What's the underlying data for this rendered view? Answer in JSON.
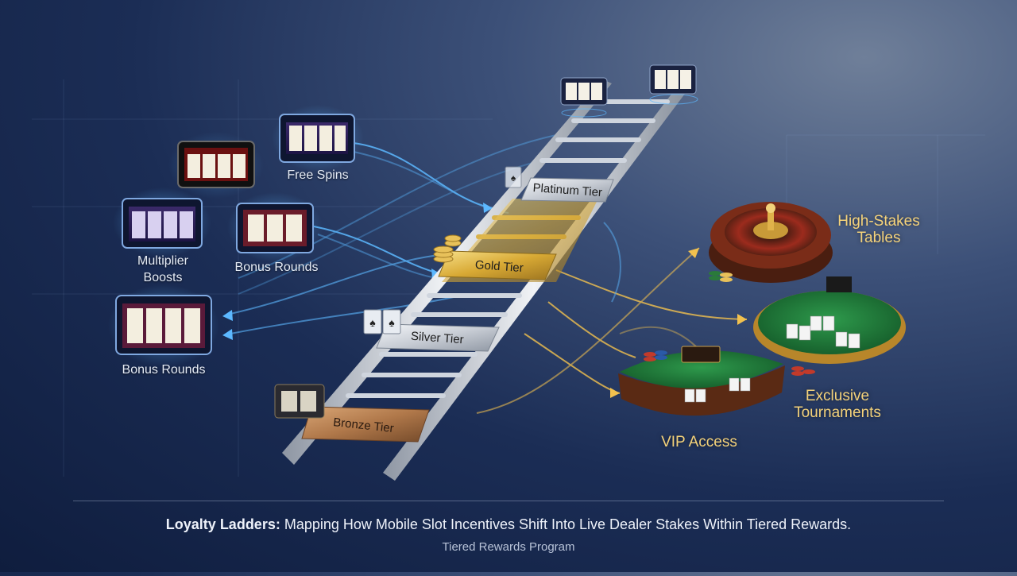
{
  "tiers": {
    "bronze": "Bronze Tier",
    "silver": "Silver Tier",
    "gold": "Gold Tier",
    "platinum": "Platinum Tier"
  },
  "slot_labels": {
    "free_spins": "Free Spins",
    "multiplier_boosts": "Multiplier\nBoosts",
    "bonus_rounds_mid": "Bonus Rounds",
    "bonus_rounds_low": "Bonus Rounds"
  },
  "live_labels": {
    "high_stakes": "High-Stakes\nTables",
    "exclusive": "Exclusive\nTournaments",
    "vip": "VIP Access"
  },
  "footer": {
    "title_bold": "Loyalty Ladders:",
    "title_rest": " Mapping How Mobile Slot Incentives Shift Into Live Dealer Stakes Within Tiered Rewards.",
    "subtitle": "Tiered Rewards Program"
  },
  "colors": {
    "flow_blue": "#5cb8ff",
    "flow_gold": "#f2c14e",
    "gold": "#d9b24a",
    "silver": "#c9ced6",
    "bronze": "#b07848",
    "felt": "#1f7a3a",
    "wheel_red": "#8a2a1c"
  }
}
